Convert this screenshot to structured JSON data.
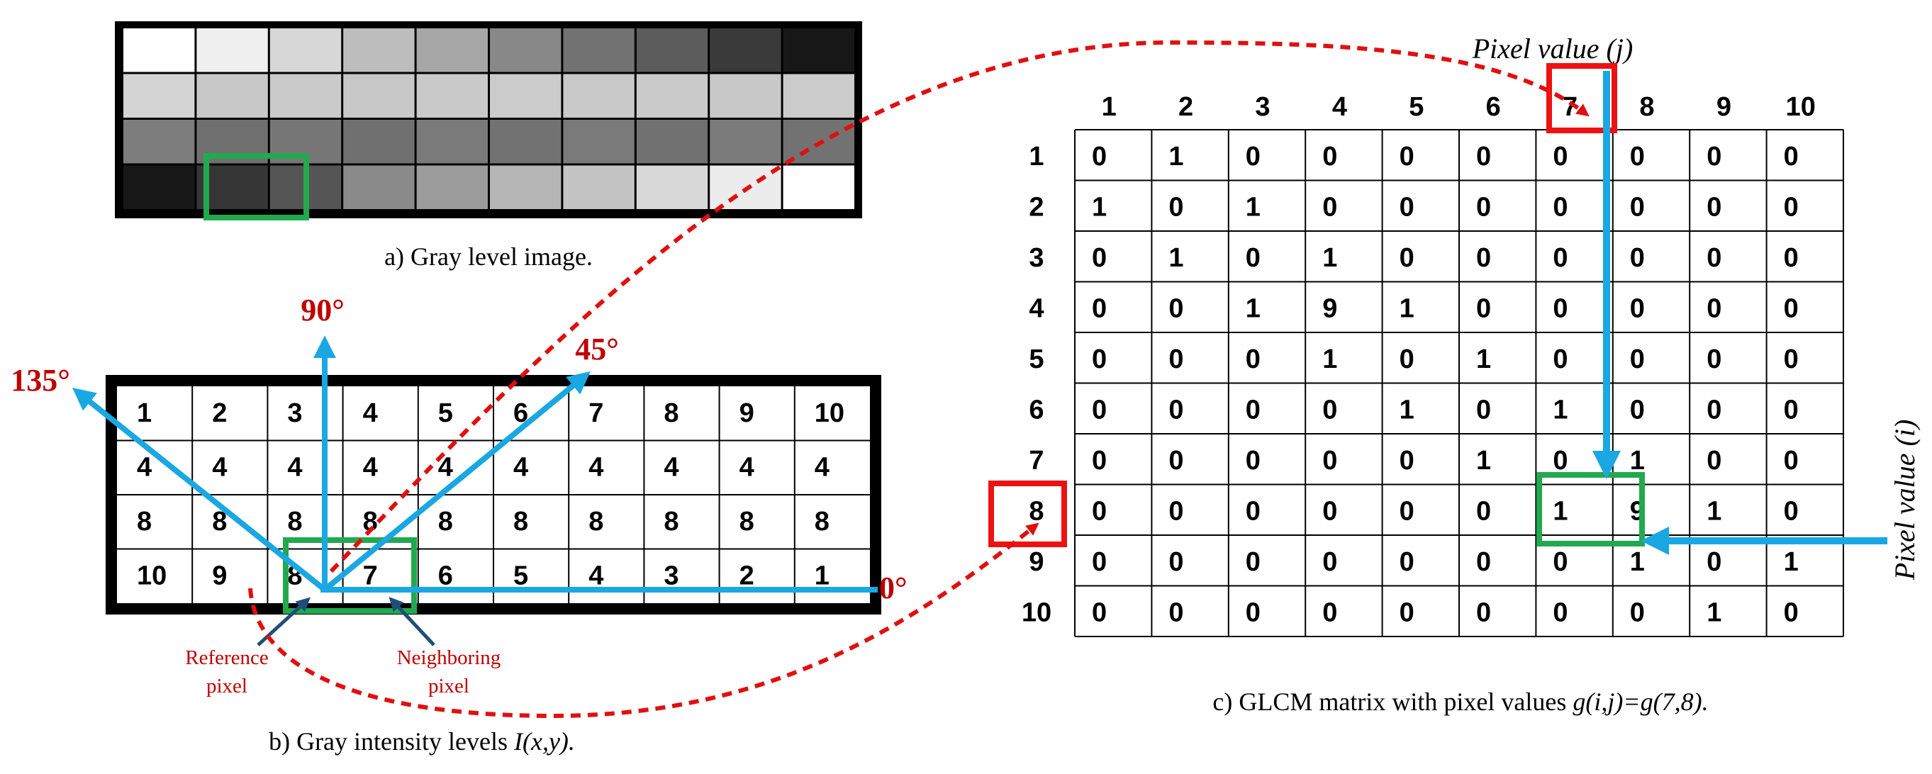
{
  "gray_image": {
    "caption": "a) Gray level image.",
    "rows": [
      [
        "#ffffff",
        "#efefef",
        "#d7d7d7",
        "#bdbdbd",
        "#a6a6a6",
        "#888888",
        "#727272",
        "#5c5c5c",
        "#3a3a3a",
        "#171717"
      ],
      [
        "#d4d4d4",
        "#c8c8c8",
        "#cacaca",
        "#c8c8c8",
        "#c9c9c9",
        "#cbcbcb",
        "#c9c9c9",
        "#cacaca",
        "#c8c8c8",
        "#cbcbcb"
      ],
      [
        "#7d7d7d",
        "#6f6f6f",
        "#777777",
        "#707070",
        "#7a7a7a",
        "#727272",
        "#7a7a7a",
        "#717171",
        "#7b7b7b",
        "#727272"
      ],
      [
        "#171717",
        "#363636",
        "#555555",
        "#8a8a8a",
        "#9c9c9c",
        "#b5b5b5",
        "#c4c4c4",
        "#d8d8d8",
        "#ececec",
        "#ffffff"
      ]
    ]
  },
  "intensity": {
    "caption_prefix": "b) Gray intensity levels ",
    "caption_italic": "I(x,y).",
    "rows": [
      [
        "1",
        "2",
        "3",
        "4",
        "5",
        "6",
        "7",
        "8",
        "9",
        "10"
      ],
      [
        "4",
        "4",
        "4",
        "4",
        "4",
        "4",
        "4",
        "4",
        "4",
        "4"
      ],
      [
        "8",
        "8",
        "8",
        "8",
        "8",
        "8",
        "8",
        "8",
        "8",
        "8"
      ],
      [
        "10",
        "9",
        "8",
        "7",
        "6",
        "5",
        "4",
        "3",
        "2",
        "1"
      ]
    ],
    "angles": {
      "a0": "0°",
      "a45": "45°",
      "a90": "90°",
      "a135": "135°"
    },
    "reference_label": [
      "Reference",
      "pixel"
    ],
    "neighbor_label": [
      "Neighboring",
      "pixel"
    ]
  },
  "glcm": {
    "col_axis_label": "Pixel value (j)",
    "row_axis_label": "Pixel value (i)",
    "headers": [
      "1",
      "2",
      "3",
      "4",
      "5",
      "6",
      "7",
      "8",
      "9",
      "10"
    ],
    "rows": [
      [
        "0",
        "1",
        "0",
        "0",
        "0",
        "0",
        "0",
        "0",
        "0",
        "0"
      ],
      [
        "1",
        "0",
        "1",
        "0",
        "0",
        "0",
        "0",
        "0",
        "0",
        "0"
      ],
      [
        "0",
        "1",
        "0",
        "1",
        "0",
        "0",
        "0",
        "0",
        "0",
        "0"
      ],
      [
        "0",
        "0",
        "1",
        "9",
        "1",
        "0",
        "0",
        "0",
        "0",
        "0"
      ],
      [
        "0",
        "0",
        "0",
        "1",
        "0",
        "1",
        "0",
        "0",
        "0",
        "0"
      ],
      [
        "0",
        "0",
        "0",
        "0",
        "1",
        "0",
        "1",
        "0",
        "0",
        "0"
      ],
      [
        "0",
        "0",
        "0",
        "0",
        "0",
        "1",
        "0",
        "1",
        "0",
        "0"
      ],
      [
        "0",
        "0",
        "0",
        "0",
        "0",
        "0",
        "1",
        "9",
        "1",
        "0"
      ],
      [
        "0",
        "0",
        "0",
        "0",
        "0",
        "0",
        "0",
        "1",
        "0",
        "1"
      ],
      [
        "0",
        "0",
        "0",
        "0",
        "0",
        "0",
        "0",
        "0",
        "1",
        "0"
      ]
    ],
    "caption_prefix": "c) GLCM matrix with pixel values ",
    "caption_italic": "g(i,j)=g(7,8)."
  },
  "colors": {
    "arrow": "#1aa7e2",
    "highlight_green": "#22a94f",
    "highlight_red": "#ee1111",
    "dashed_red": "#e01010",
    "angle_text": "#c00000"
  }
}
